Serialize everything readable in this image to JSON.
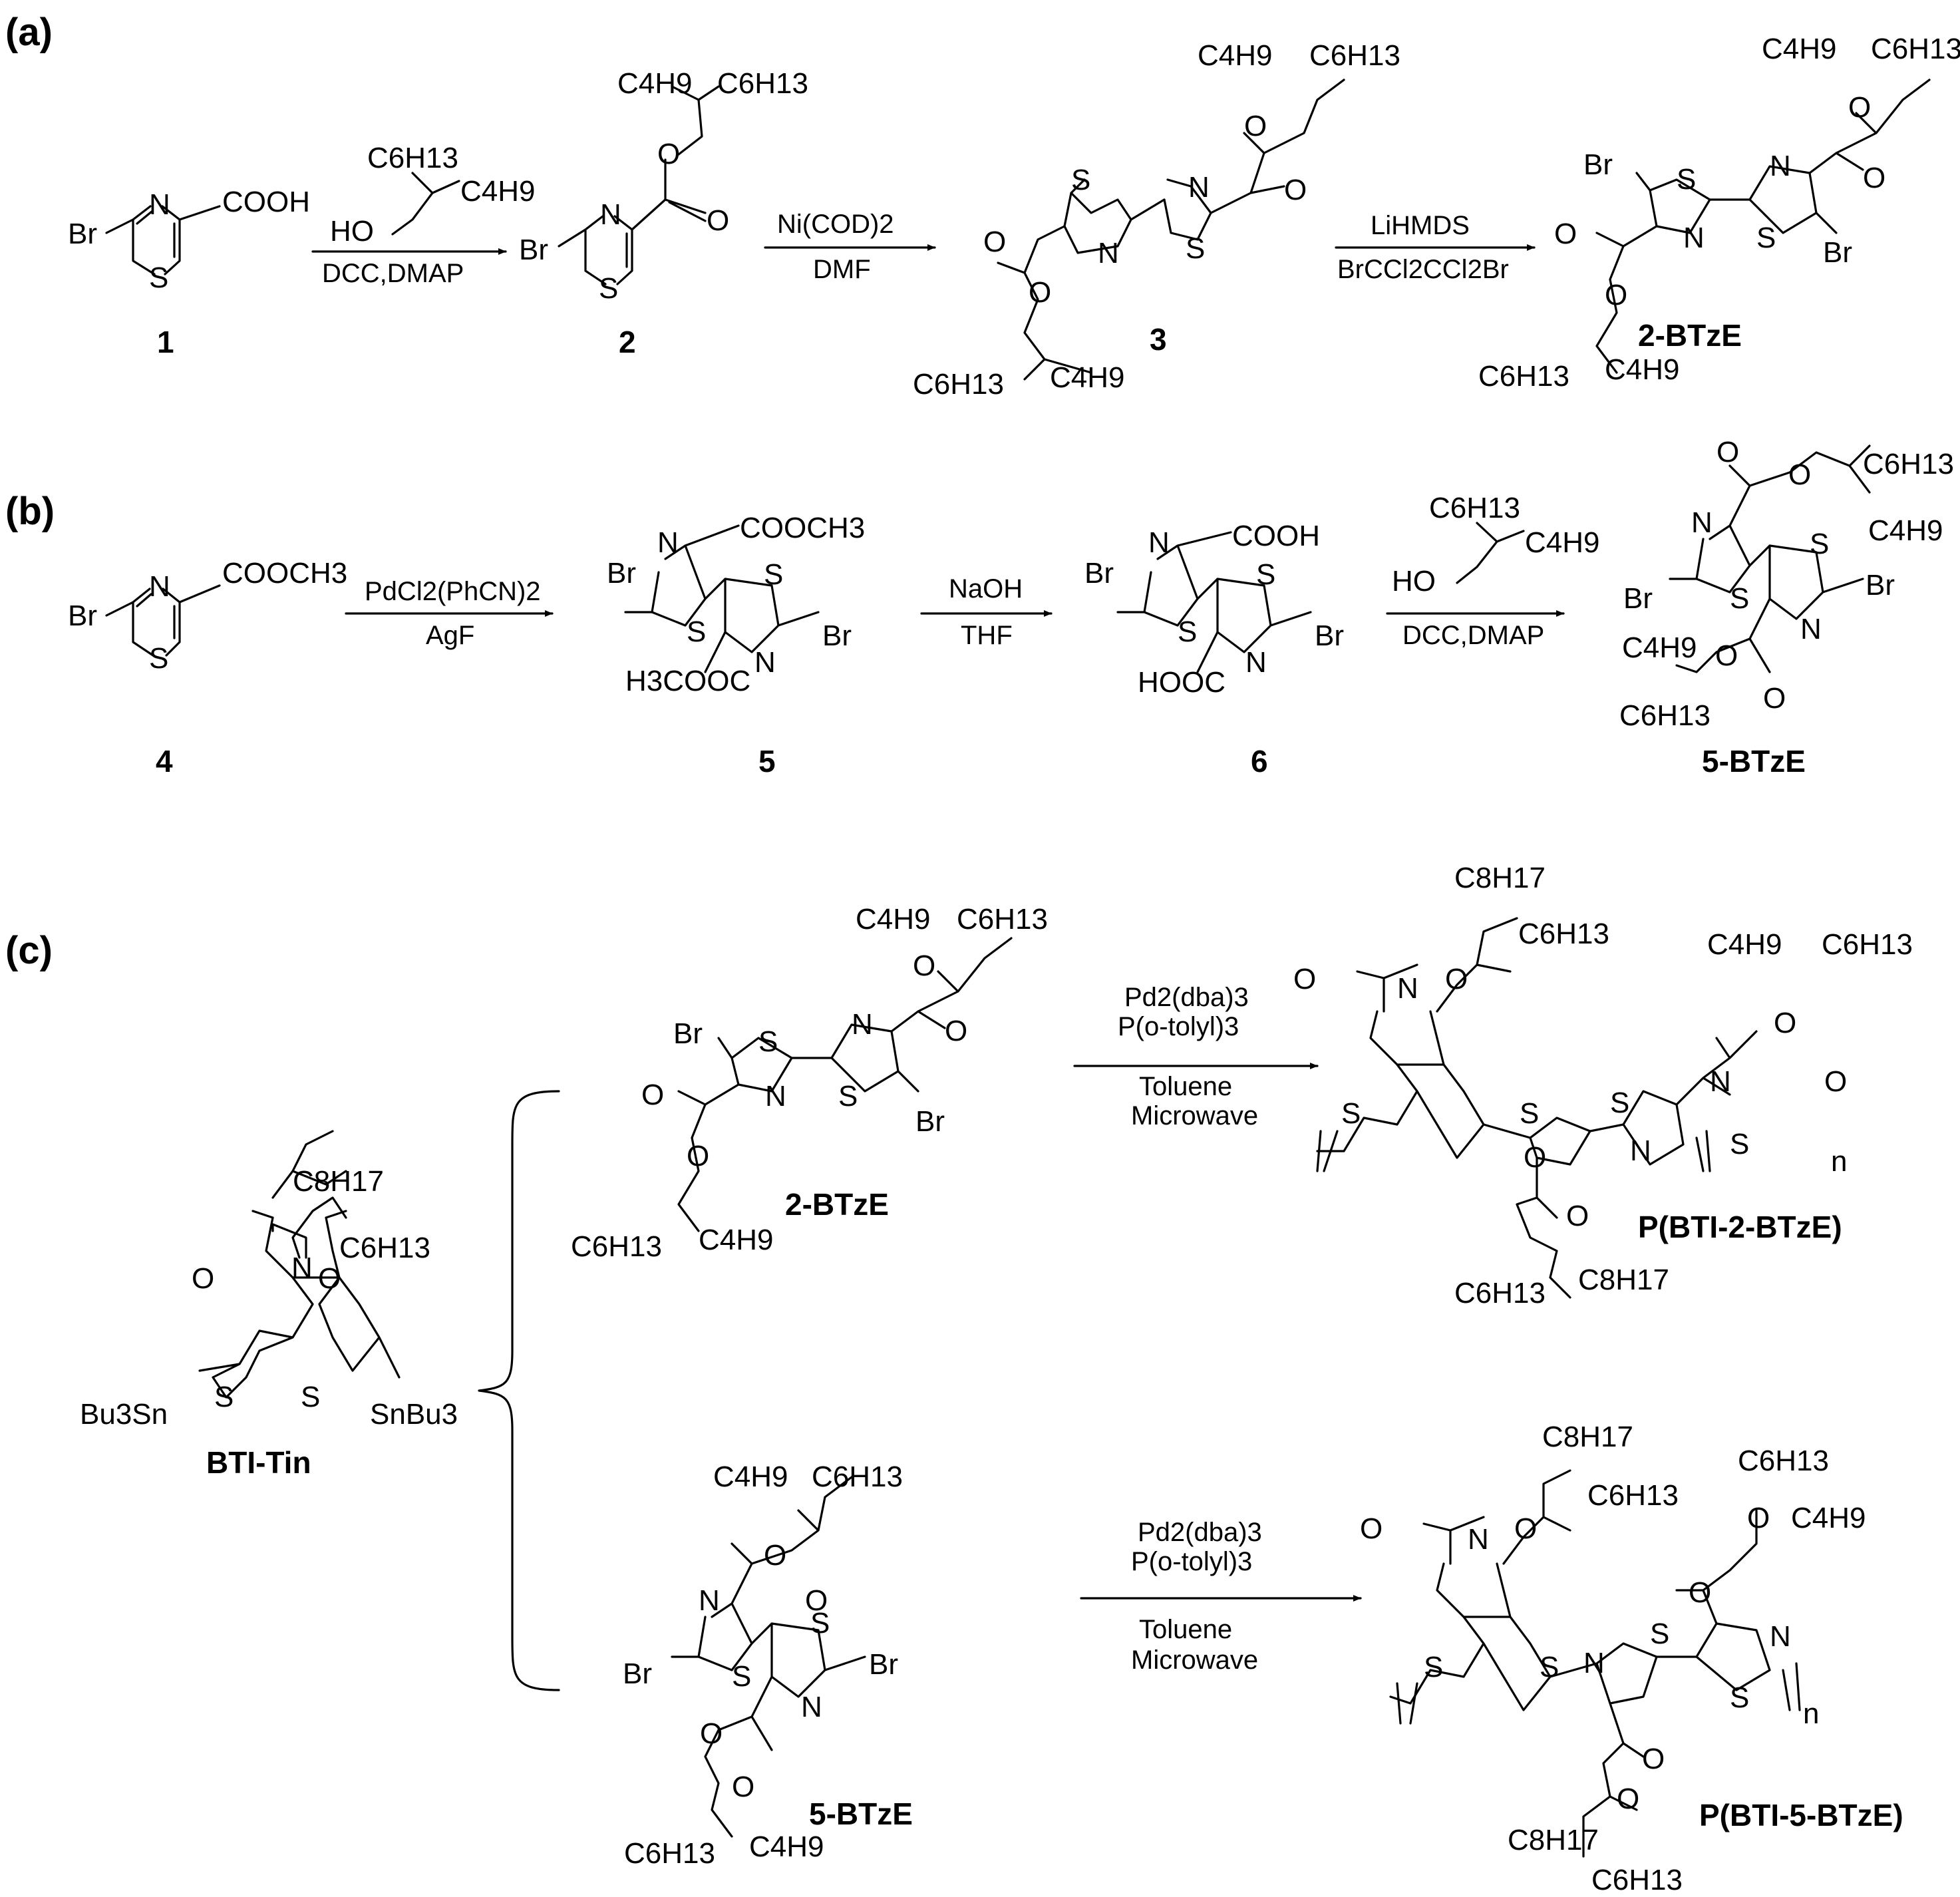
{
  "panels": {
    "a": "(a)",
    "b": "(b)",
    "c": "(c)"
  },
  "atoms": {
    "N": "N",
    "S": "S",
    "O": "O",
    "Br": "Br",
    "HO": "HO",
    "COOH": "COOH",
    "COOCH3": "COOCH3",
    "H3COOC": "H3COOC",
    "HOOC": "HOOC",
    "Bu3Sn": "Bu3Sn",
    "SnBu3": "SnBu3",
    "n": "n"
  },
  "chains": {
    "C4H9": "C4H9",
    "C6H13": "C6H13",
    "C8H17": "C8H17"
  },
  "compounds": {
    "c1": "1",
    "c2": "2",
    "c3": "3",
    "c4": "4",
    "c5": "5",
    "c6": "6",
    "btze2": "2-BTzE",
    "btze5": "5-BTzE",
    "btitin": "BTI-Tin",
    "p2": "P(BTI-2-BTzE)",
    "p5": "P(BTI-5-BTzE)"
  },
  "reagents": {
    "a1_below": "DCC,DMAP",
    "a2_above": "Ni(COD)2",
    "a2_below": "DMF",
    "a3_above": "LiHMDS",
    "a3_below": "BrCCl2CCl2Br",
    "b1_above": "PdCl2(PhCN)2",
    "b1_below": "AgF",
    "b2_above": "NaOH",
    "b2_below": "THF",
    "b3_below": "DCC,DMAP",
    "c_line1": "Pd2(dba)3",
    "c_line2": "P(o-tolyl)3",
    "c_line3": "Toluene",
    "c_line4": "Microwave"
  }
}
